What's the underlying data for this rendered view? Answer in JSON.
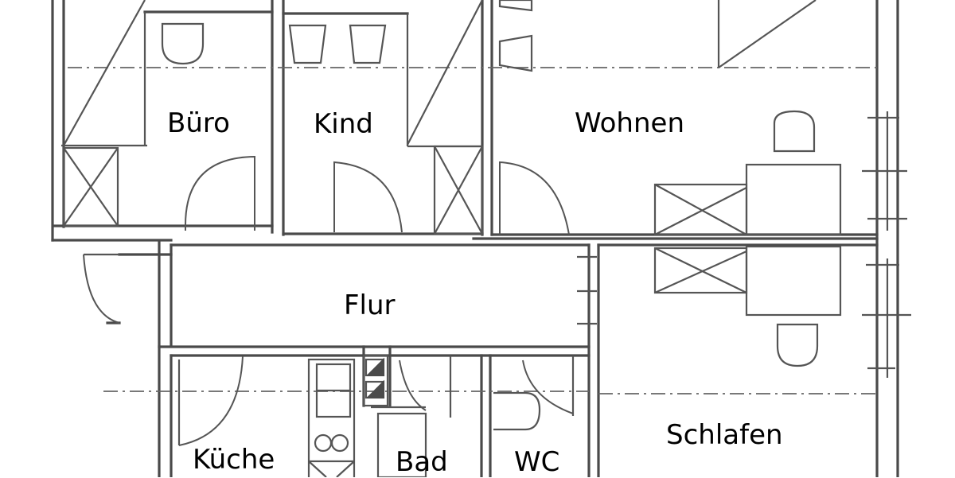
{
  "floor_plan": {
    "rooms": [
      {
        "id": "buero",
        "label": "Büro"
      },
      {
        "id": "kind",
        "label": "Kind"
      },
      {
        "id": "wohnen",
        "label": "Wohnen"
      },
      {
        "id": "flur",
        "label": "Flur"
      },
      {
        "id": "kueche",
        "label": "Küche"
      },
      {
        "id": "bad",
        "label": "Bad"
      },
      {
        "id": "wc",
        "label": "WC"
      },
      {
        "id": "schlafen",
        "label": "Schlafen"
      }
    ],
    "colors": {
      "lines": "#4a4a4a",
      "text": "#000000",
      "background": "#ffffff"
    }
  }
}
